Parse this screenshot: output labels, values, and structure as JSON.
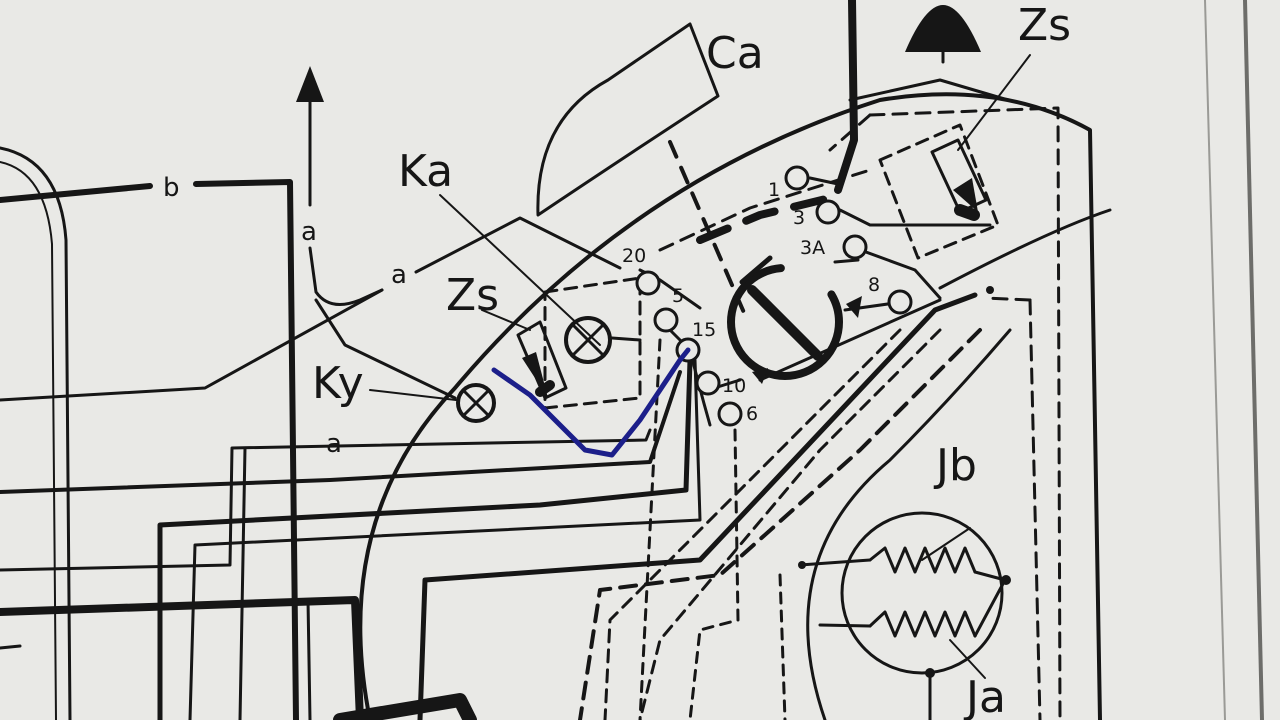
{
  "labels": {
    "ca": "Ca",
    "ka": "Ka",
    "zs_left": "Zs",
    "zs_right": "Zs",
    "ky": "Ky",
    "jb": "Jb",
    "ja": "Ja",
    "wire_b": "b",
    "wire_a_vertical": "a",
    "wire_a_diagonal": "a",
    "wire_a_bottom": "a"
  },
  "terminals": {
    "t1": "1",
    "t3": "3",
    "t3a": "3A",
    "t8": "8",
    "t20": "20",
    "t5": "5",
    "t15": "15",
    "t10": "10",
    "t6": "6"
  },
  "colors": {
    "paper": "#e9e9e6",
    "ink": "#161616",
    "marker": "#1c1f8a"
  }
}
